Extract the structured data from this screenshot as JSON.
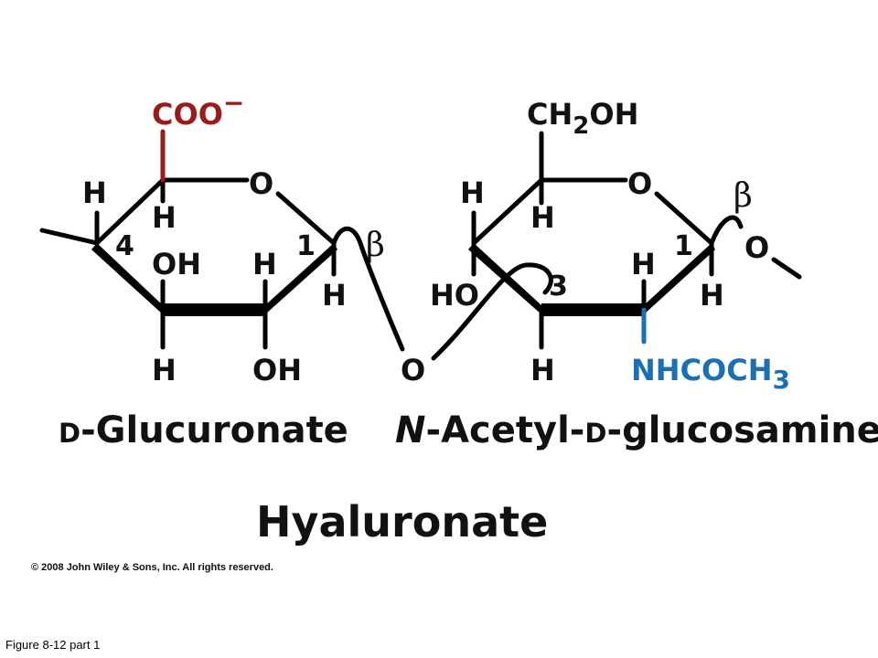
{
  "colors": {
    "carboxylate": "#9b1b1b",
    "acetamido": "#1a6fb5",
    "ink": "#111111"
  },
  "glucuronate": {
    "carboxylate_label": "COO",
    "charge": "−",
    "ring_oxygen": "O",
    "h_c5_top": "H",
    "h_c4_outer": "H",
    "h_c4_ring": "H",
    "carbon4_number": "4",
    "oh_c3": "OH",
    "h_c2": "H",
    "carbon1_number": "1",
    "beta_symbol": "β",
    "h_c1": "H",
    "h_c3_bottom": "H",
    "oh_c2_bottom": "OH",
    "name_prefix": "D",
    "name_main": "-Glucuronate"
  },
  "glycosidic_oxygen": "O",
  "glucosamine": {
    "ch2oh_prefix": "CH",
    "ch2oh_subscript": "2",
    "ch2oh_suffix": "OH",
    "ring_oxygen": "O",
    "h_c4_outer": "H",
    "h_c5_ring": "H",
    "beta_symbol": "β",
    "outer_oxygen": "O",
    "carbon1_number": "1",
    "ho_c4": "HO",
    "carbon3_number": "3",
    "h_c2": "H",
    "h_c1": "H",
    "h_c3_bottom": "H",
    "acetamido_main": "NHCOCH",
    "acetamido_subscript": "3",
    "name_n": "N",
    "name_mid": "-Acetyl-",
    "name_d": "D",
    "name_end": "-glucosamine"
  },
  "title": "Hyaluronate",
  "copyright": "© 2008 John Wiley & Sons, Inc. All rights reserved.",
  "figure_caption": "Figure 8-12 part 1"
}
